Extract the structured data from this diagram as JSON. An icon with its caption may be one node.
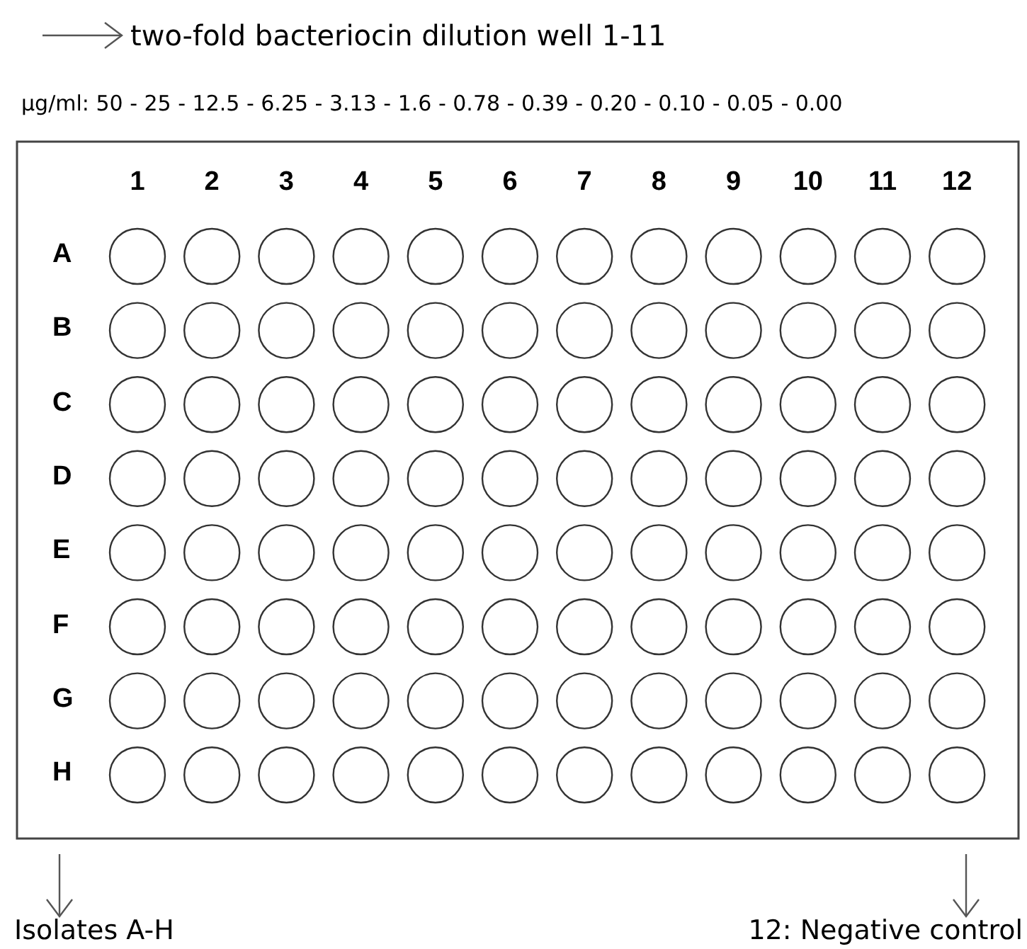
{
  "diagram": {
    "nodes": [
      {
        "text": [
          "two-fold bacteriocin dilution well 1-11"
        ]
      },
      {
        "text": [
          "Isolates A-H"
        ]
      },
      {
        "text": [
          "12: Negative control"
        ]
      }
    ],
    "edges": [
      {
        "from": null,
        "to": 0,
        "arrow": "to"
      },
      {
        "from": null,
        "to": 1,
        "arrow": "to"
      },
      {
        "from": null,
        "to": 2,
        "arrow": "to"
      }
    ],
    "labels": [
      "µg/ml: 50 - 25 - 12.5 - 6.25 - 3.13 - 1.6 - 0.78 - 0.39 - 0.20 - 0.10 - 0.05 - 0.00",
      "1",
      "2",
      "3",
      "4",
      "5",
      "6",
      "7",
      "8",
      "9",
      "10",
      "11",
      "12",
      "A",
      "B",
      "C",
      "D",
      "E",
      "F",
      "G",
      "H"
    ]
  }
}
